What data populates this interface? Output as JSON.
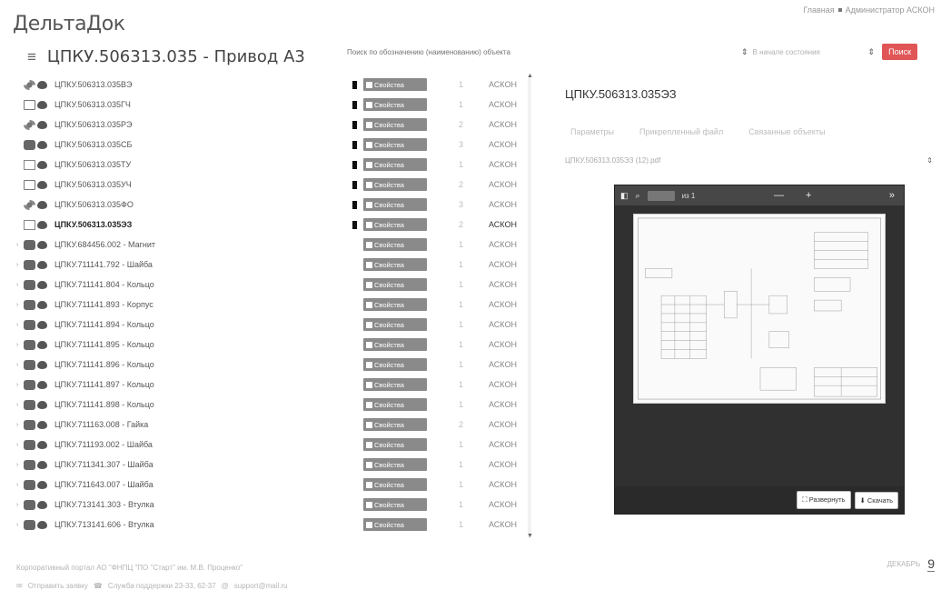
{
  "header": {
    "logo": "ДельтаДок",
    "title": "ЦПКУ.506313.035 - Привод А3",
    "user_text": "Главная",
    "user_name": "Администратор АСКОН",
    "search_placeholder": "Поиск по обозначению (наименованию) объекта",
    "select1": "В начале состояния",
    "search_button": "Поиск"
  },
  "list": {
    "property_label": "Свойства",
    "rows": [
      {
        "icon": "gear",
        "name": "ЦПКУ.506313.035ВЭ",
        "qty": "1",
        "org": "АСКОН",
        "file": true,
        "bold": false
      },
      {
        "icon": "doc",
        "name": "ЦПКУ.506313.035ГЧ",
        "qty": "1",
        "org": "АСКОН",
        "file": true,
        "bold": false
      },
      {
        "icon": "gear",
        "name": "ЦПКУ.506313.035РЭ",
        "qty": "2",
        "org": "АСКОН",
        "file": true,
        "bold": false
      },
      {
        "icon": "box",
        "name": "ЦПКУ.506313.035СБ",
        "qty": "3",
        "org": "АСКОН",
        "file": true,
        "bold": false
      },
      {
        "icon": "sq",
        "name": "ЦПКУ.506313.035ТУ",
        "qty": "1",
        "org": "АСКОН",
        "file": true,
        "bold": false
      },
      {
        "icon": "doc",
        "name": "ЦПКУ.506313.035УЧ",
        "qty": "2",
        "org": "АСКОН",
        "file": true,
        "bold": false
      },
      {
        "icon": "gear",
        "name": "ЦПКУ.506313.035ФО",
        "qty": "3",
        "org": "АСКОН",
        "file": true,
        "bold": false
      },
      {
        "icon": "sq",
        "name": "ЦПКУ.506313.035ЭЗ",
        "qty": "2",
        "org": "АСКОН",
        "file": true,
        "bold": true
      },
      {
        "icon": "box",
        "name": "ЦПКУ.684456.002 - Магнит",
        "qty": "1",
        "org": "АСКОН",
        "file": false,
        "bold": false
      },
      {
        "icon": "box",
        "name": "ЦПКУ.711141.792 - Шайба",
        "qty": "1",
        "org": "АСКОН",
        "file": false,
        "bold": false
      },
      {
        "icon": "box",
        "name": "ЦПКУ.711141.804 - Кольцо",
        "qty": "1",
        "org": "АСКОН",
        "file": false,
        "bold": false
      },
      {
        "icon": "box",
        "name": "ЦПКУ.711141.893 - Корпус",
        "qty": "1",
        "org": "АСКОН",
        "file": false,
        "bold": false
      },
      {
        "icon": "box",
        "name": "ЦПКУ.711141.894 - Кольцо",
        "qty": "1",
        "org": "АСКОН",
        "file": false,
        "bold": false
      },
      {
        "icon": "box",
        "name": "ЦПКУ.711141.895 - Кольцо",
        "qty": "1",
        "org": "АСКОН",
        "file": false,
        "bold": false
      },
      {
        "icon": "box",
        "name": "ЦПКУ.711141.896 - Кольцо",
        "qty": "1",
        "org": "АСКОН",
        "file": false,
        "bold": false
      },
      {
        "icon": "box",
        "name": "ЦПКУ.711141.897 - Кольцо",
        "qty": "1",
        "org": "АСКОН",
        "file": false,
        "bold": false
      },
      {
        "icon": "box",
        "name": "ЦПКУ.711141.898 - Кольцо",
        "qty": "1",
        "org": "АСКОН",
        "file": false,
        "bold": false
      },
      {
        "icon": "box",
        "name": "ЦПКУ.711163.008 - Гайка",
        "qty": "2",
        "org": "АСКОН",
        "file": false,
        "bold": false
      },
      {
        "icon": "box",
        "name": "ЦПКУ.711193.002 - Шайба",
        "qty": "1",
        "org": "АСКОН",
        "file": false,
        "bold": false
      },
      {
        "icon": "box",
        "name": "ЦПКУ.711341.307 - Шайба",
        "qty": "1",
        "org": "АСКОН",
        "file": false,
        "bold": false
      },
      {
        "icon": "box",
        "name": "ЦПКУ.711643.007 - Шайба",
        "qty": "1",
        "org": "АСКОН",
        "file": false,
        "bold": false
      },
      {
        "icon": "box",
        "name": "ЦПКУ.713141.303 - Втулка",
        "qty": "1",
        "org": "АСКОН",
        "file": false,
        "bold": false
      },
      {
        "icon": "box",
        "name": "ЦПКУ.713141.606 - Втулка",
        "qty": "1",
        "org": "АСКОН",
        "file": false,
        "bold": false
      }
    ]
  },
  "panel": {
    "title": "ЦПКУ.506313.035ЭЗ",
    "tabs": [
      "Параметры",
      "Прикрепленный файл",
      "Связанные объекты"
    ],
    "file_name": "ЦПКУ.506313.035ЭЗ (12).pdf",
    "viewer": {
      "of_pages": "из 1",
      "expand_label": "Развернуть",
      "download_label": "Скачать"
    }
  },
  "footer": {
    "portal": "Корпоративный портал АО \"ФНПЦ \"ПО \"Старт\" им. М.В. Проценко\"",
    "send_email": "Отправить заявку",
    "support": "Служба поддержки 23-33, 62-37",
    "email": "support@mail.ru",
    "date_label": "ДЕКАБРЬ",
    "date_day": "9"
  },
  "colors": {
    "accent": "#e05656",
    "property_button": "#8a8a8a",
    "viewer_bg": "#303030"
  }
}
